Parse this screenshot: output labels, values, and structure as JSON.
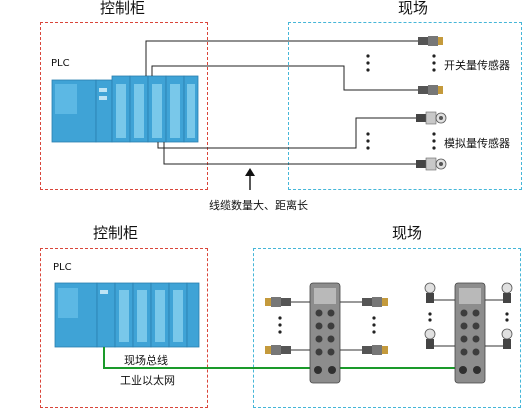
{
  "top": {
    "cabinet_title": "控制柜",
    "field_title": "现场",
    "plc_label": "PLC",
    "switch_sensor_label": "开关量传感器",
    "analog_sensor_label": "模拟量传感器",
    "annotation": "线缆数量大、距离长"
  },
  "bottom": {
    "cabinet_title": "控制柜",
    "field_title": "现场",
    "plc_label": "PLC",
    "bus_label": "现场总线",
    "ethernet_label": "工业以太网"
  },
  "colors": {
    "cabinet_border": "#d9453a",
    "field_border": "#45b6d8",
    "plc_blue": "#3fa3d6",
    "bus_line": "#1a9a2a"
  }
}
